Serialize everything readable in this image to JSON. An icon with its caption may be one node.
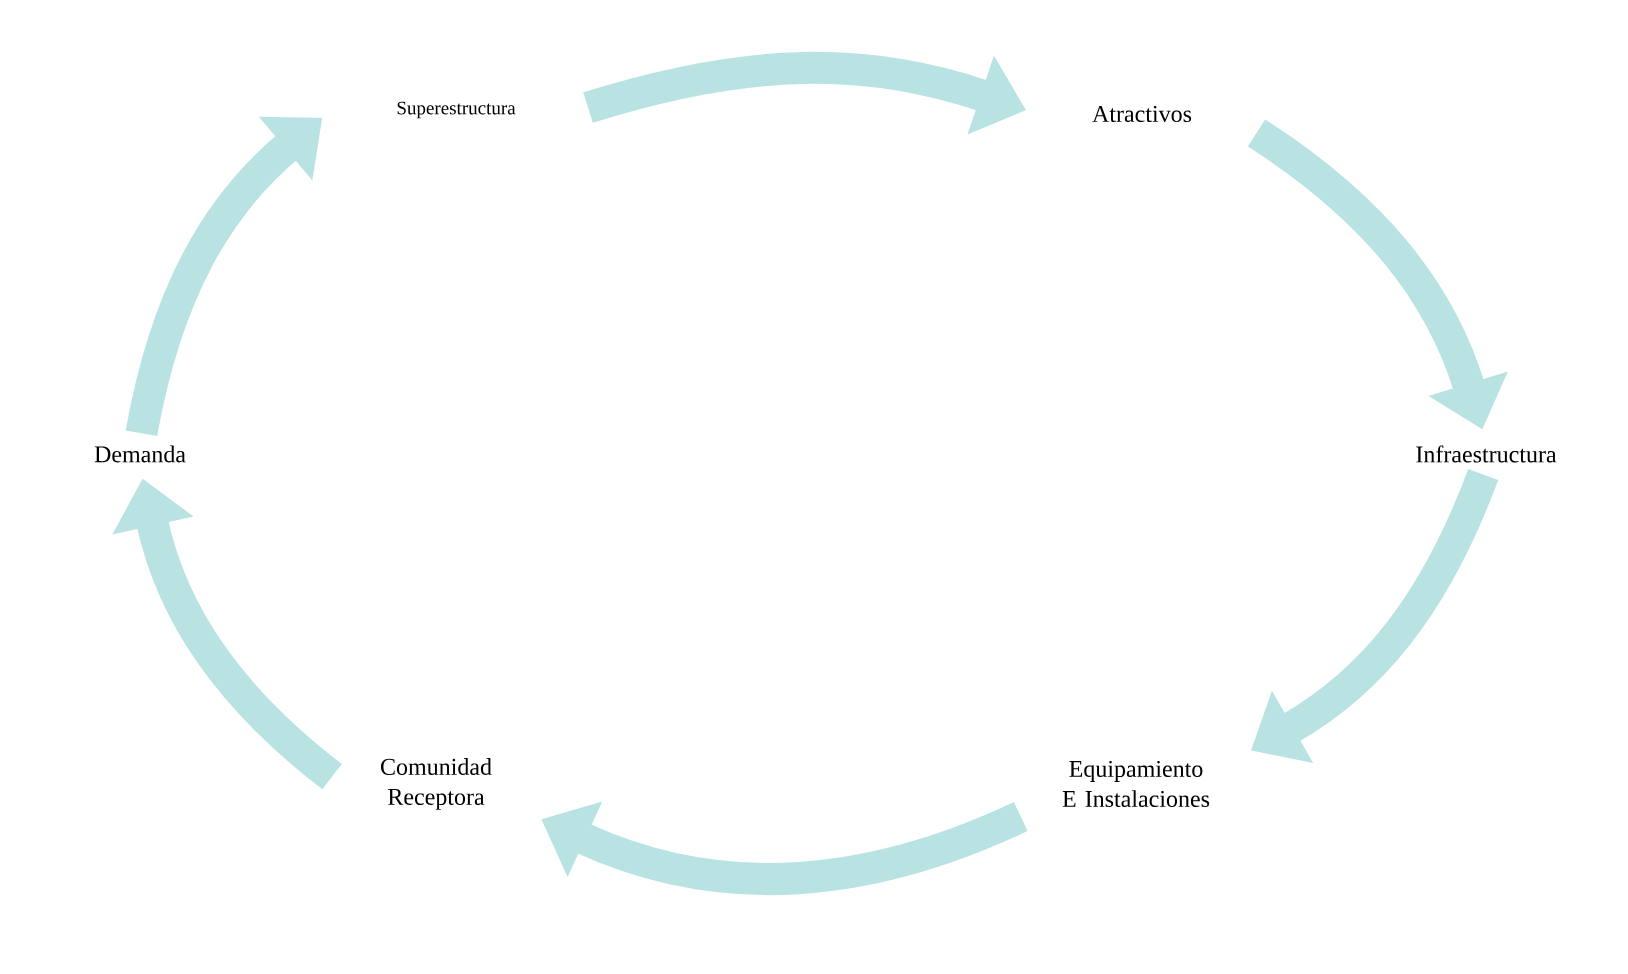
{
  "diagram": {
    "nodes": [
      {
        "text": [
          "Superestructura"
        ]
      },
      {
        "text": [
          "Atractivos"
        ]
      },
      {
        "text": [
          "Infraestructura"
        ]
      },
      {
        "text": [
          "Equipamiento E Instalaciones"
        ]
      },
      {
        "text": [
          "Comunidad Receptora"
        ]
      },
      {
        "text": [
          "Demanda"
        ]
      }
    ],
    "edges": [
      {
        "from": 0,
        "to": 1,
        "arrow": "to"
      },
      {
        "from": 1,
        "to": 2,
        "arrow": "to"
      },
      {
        "from": 2,
        "to": 3,
        "arrow": "to"
      },
      {
        "from": 3,
        "to": 4,
        "arrow": "to"
      },
      {
        "from": 4,
        "to": 5,
        "arrow": "to"
      },
      {
        "from": 5,
        "to": 0,
        "arrow": "to"
      }
    ]
  }
}
